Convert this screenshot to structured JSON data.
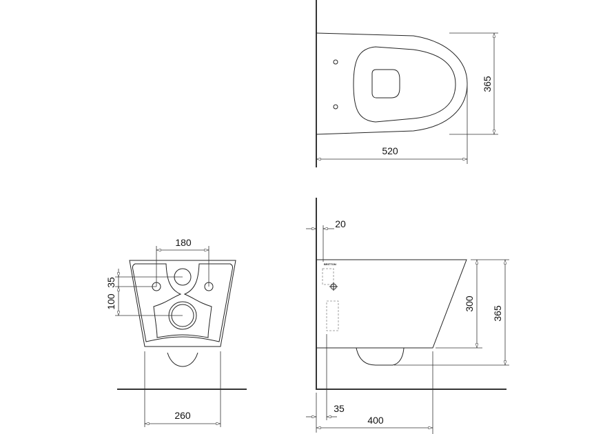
{
  "top_view": {
    "depth_label": "365",
    "length_label": "520"
  },
  "front_view": {
    "bolt_spacing_label": "180",
    "offset_label": "35",
    "waste_height_label": "100",
    "width_label": "260"
  },
  "side_view": {
    "wall_gap_label": "20",
    "height_label": "300",
    "total_height_label": "365",
    "inlet_offset_label": "35",
    "projection_label": "400",
    "logo_text": "BRITTON"
  }
}
